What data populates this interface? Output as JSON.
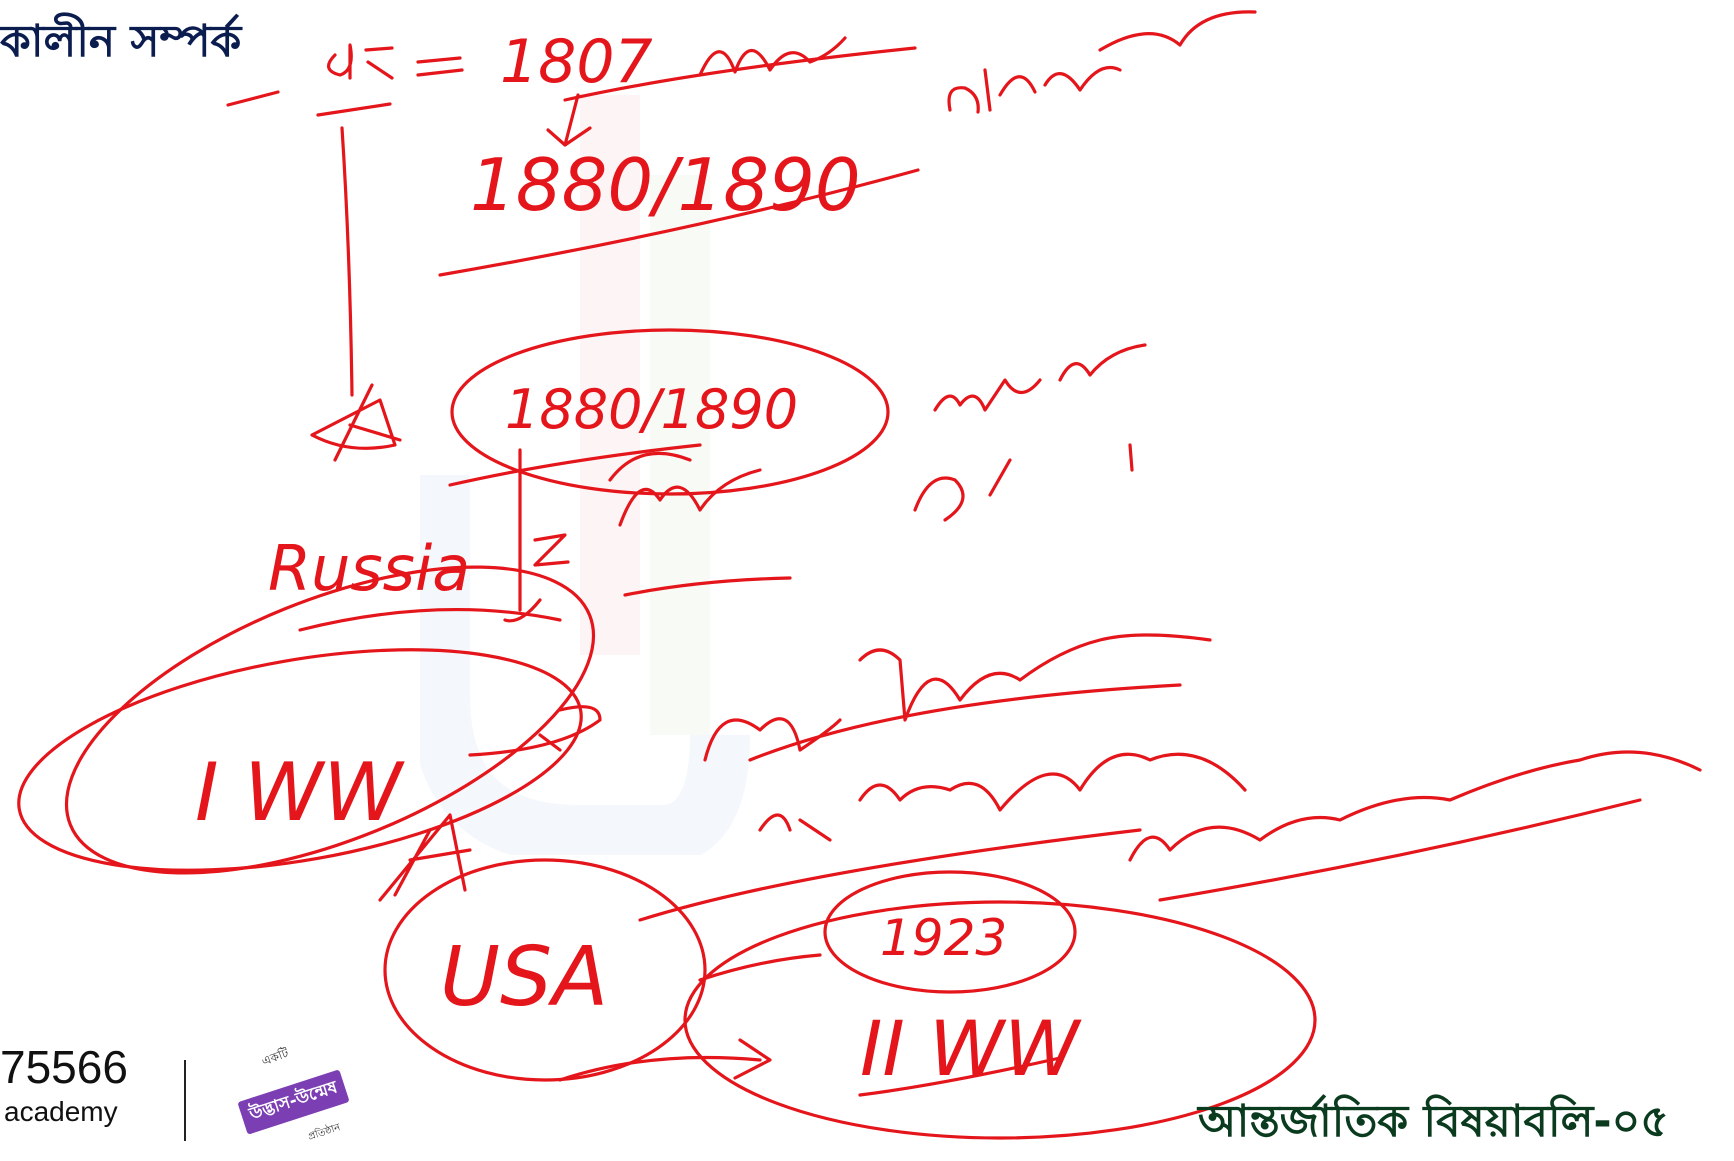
{
  "slide": {
    "title": "কালীন সম্পর্ক"
  },
  "footer": {
    "phone": "75566",
    "site": "academy",
    "badge_top": "একটি",
    "badge_main": "উদ্ভাস-উন্মেষ",
    "badge_bottom": "প্রতিষ্ঠান",
    "subject": "আন্তর্জাতিক বিষয়াবলি-০৫"
  },
  "annotations": {
    "year_1807": "1807",
    "years_upper": "1880/1890",
    "years_circled": "1880/1890",
    "country_russia": "Russia",
    "event_ww1": "I WW",
    "country_usa": "USA",
    "year_1923": "1923",
    "event_ww2": "II WW",
    "ink_color": "#e4161b"
  },
  "colors": {
    "title": "#0b1c4f",
    "subject": "#0b3b1f",
    "badge": "#7b3fb3",
    "ink": "#e4161b"
  }
}
